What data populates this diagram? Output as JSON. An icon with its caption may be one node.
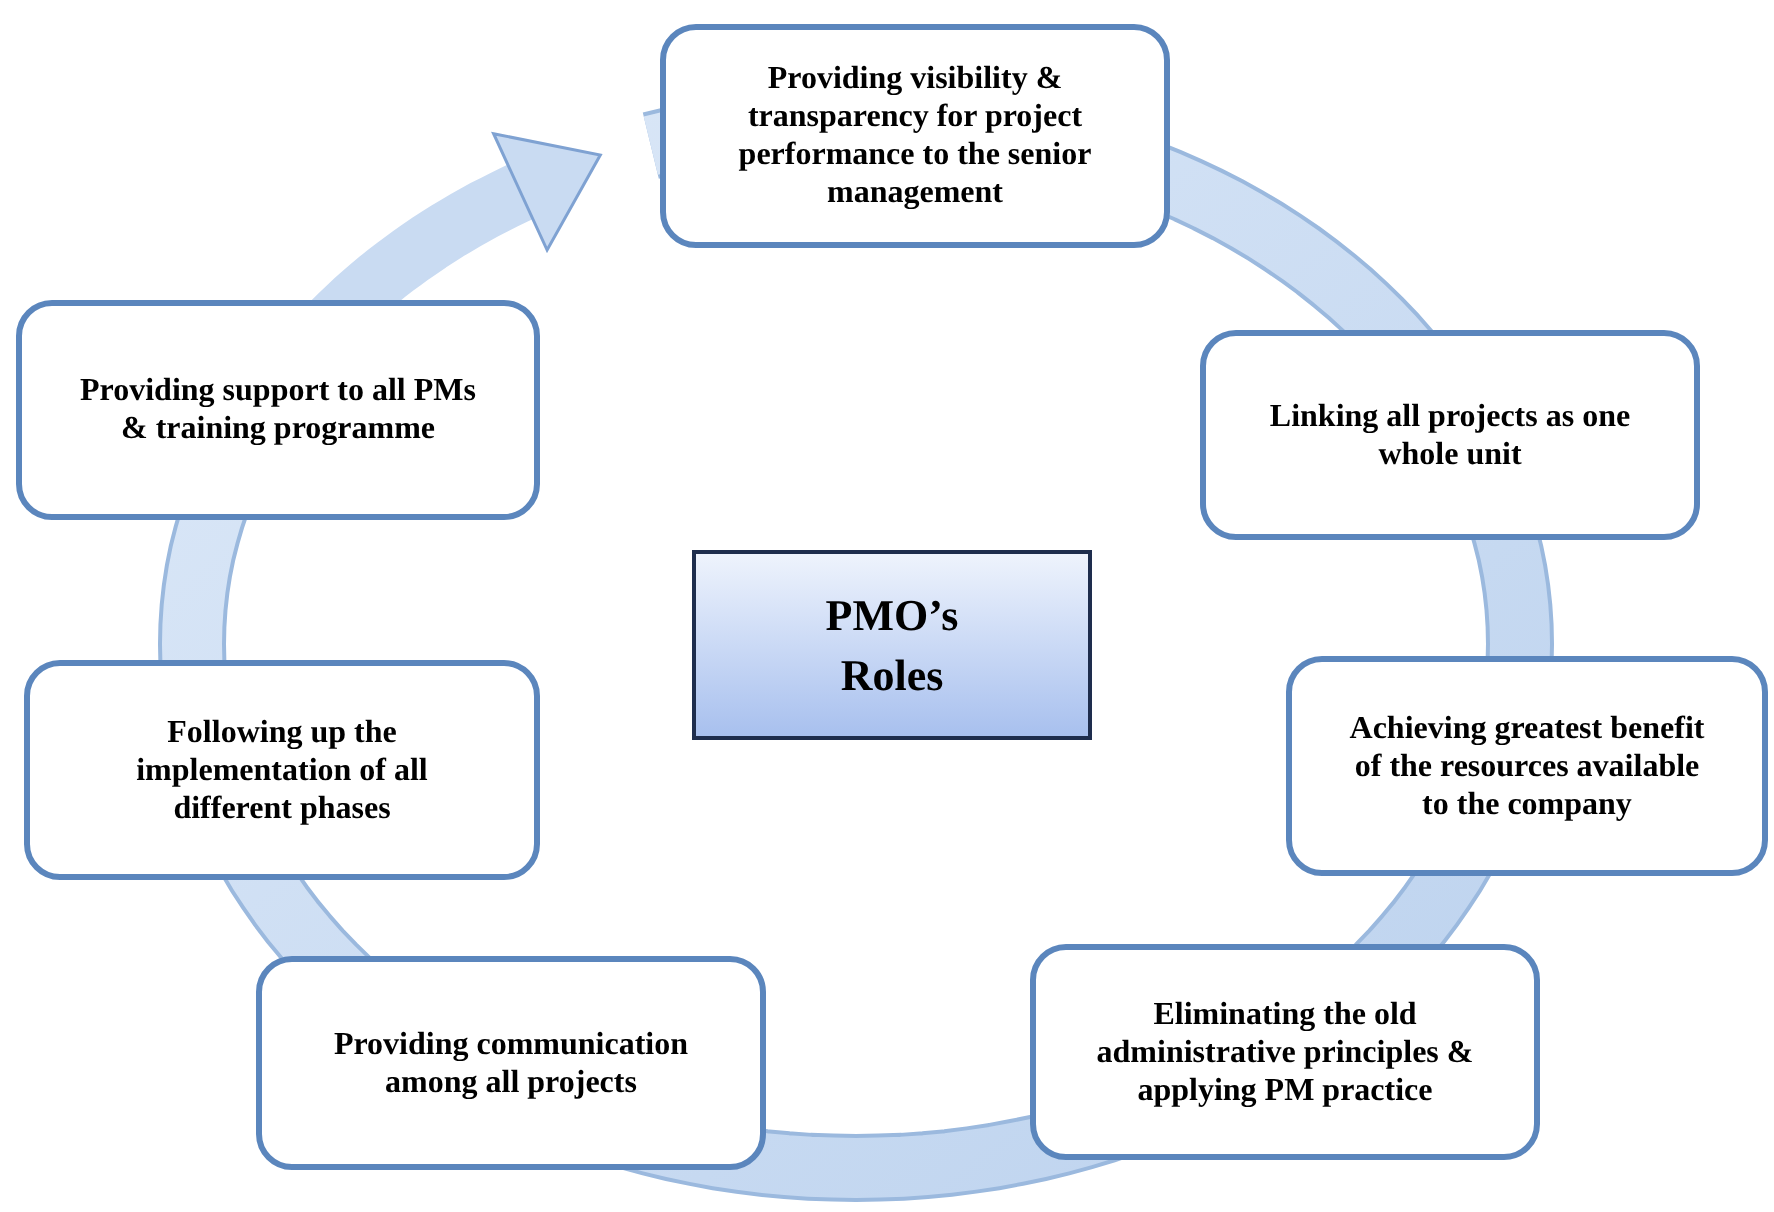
{
  "diagram": {
    "nodes": [
      {
        "text": [
          "Providing visibility & transparency for project performance to the senior management"
        ]
      },
      {
        "text": [
          "Linking all projects as one whole unit"
        ]
      },
      {
        "text": [
          "Achieving greatest benefit of the resources available to the company"
        ]
      },
      {
        "text": [
          "Eliminating the old administrative principles & applying PM practice"
        ]
      },
      {
        "text": [
          "Providing communication among all projects"
        ]
      },
      {
        "text": [
          "Following up the implementation of all different phases"
        ]
      },
      {
        "text": [
          "Providing support to all PMs & training programme"
        ]
      },
      {
        "text": [
          "PMO’s Roles"
        ]
      }
    ],
    "edges": [
      {
        "from": 6,
        "to": 0,
        "arrow": "to"
      }
    ]
  }
}
